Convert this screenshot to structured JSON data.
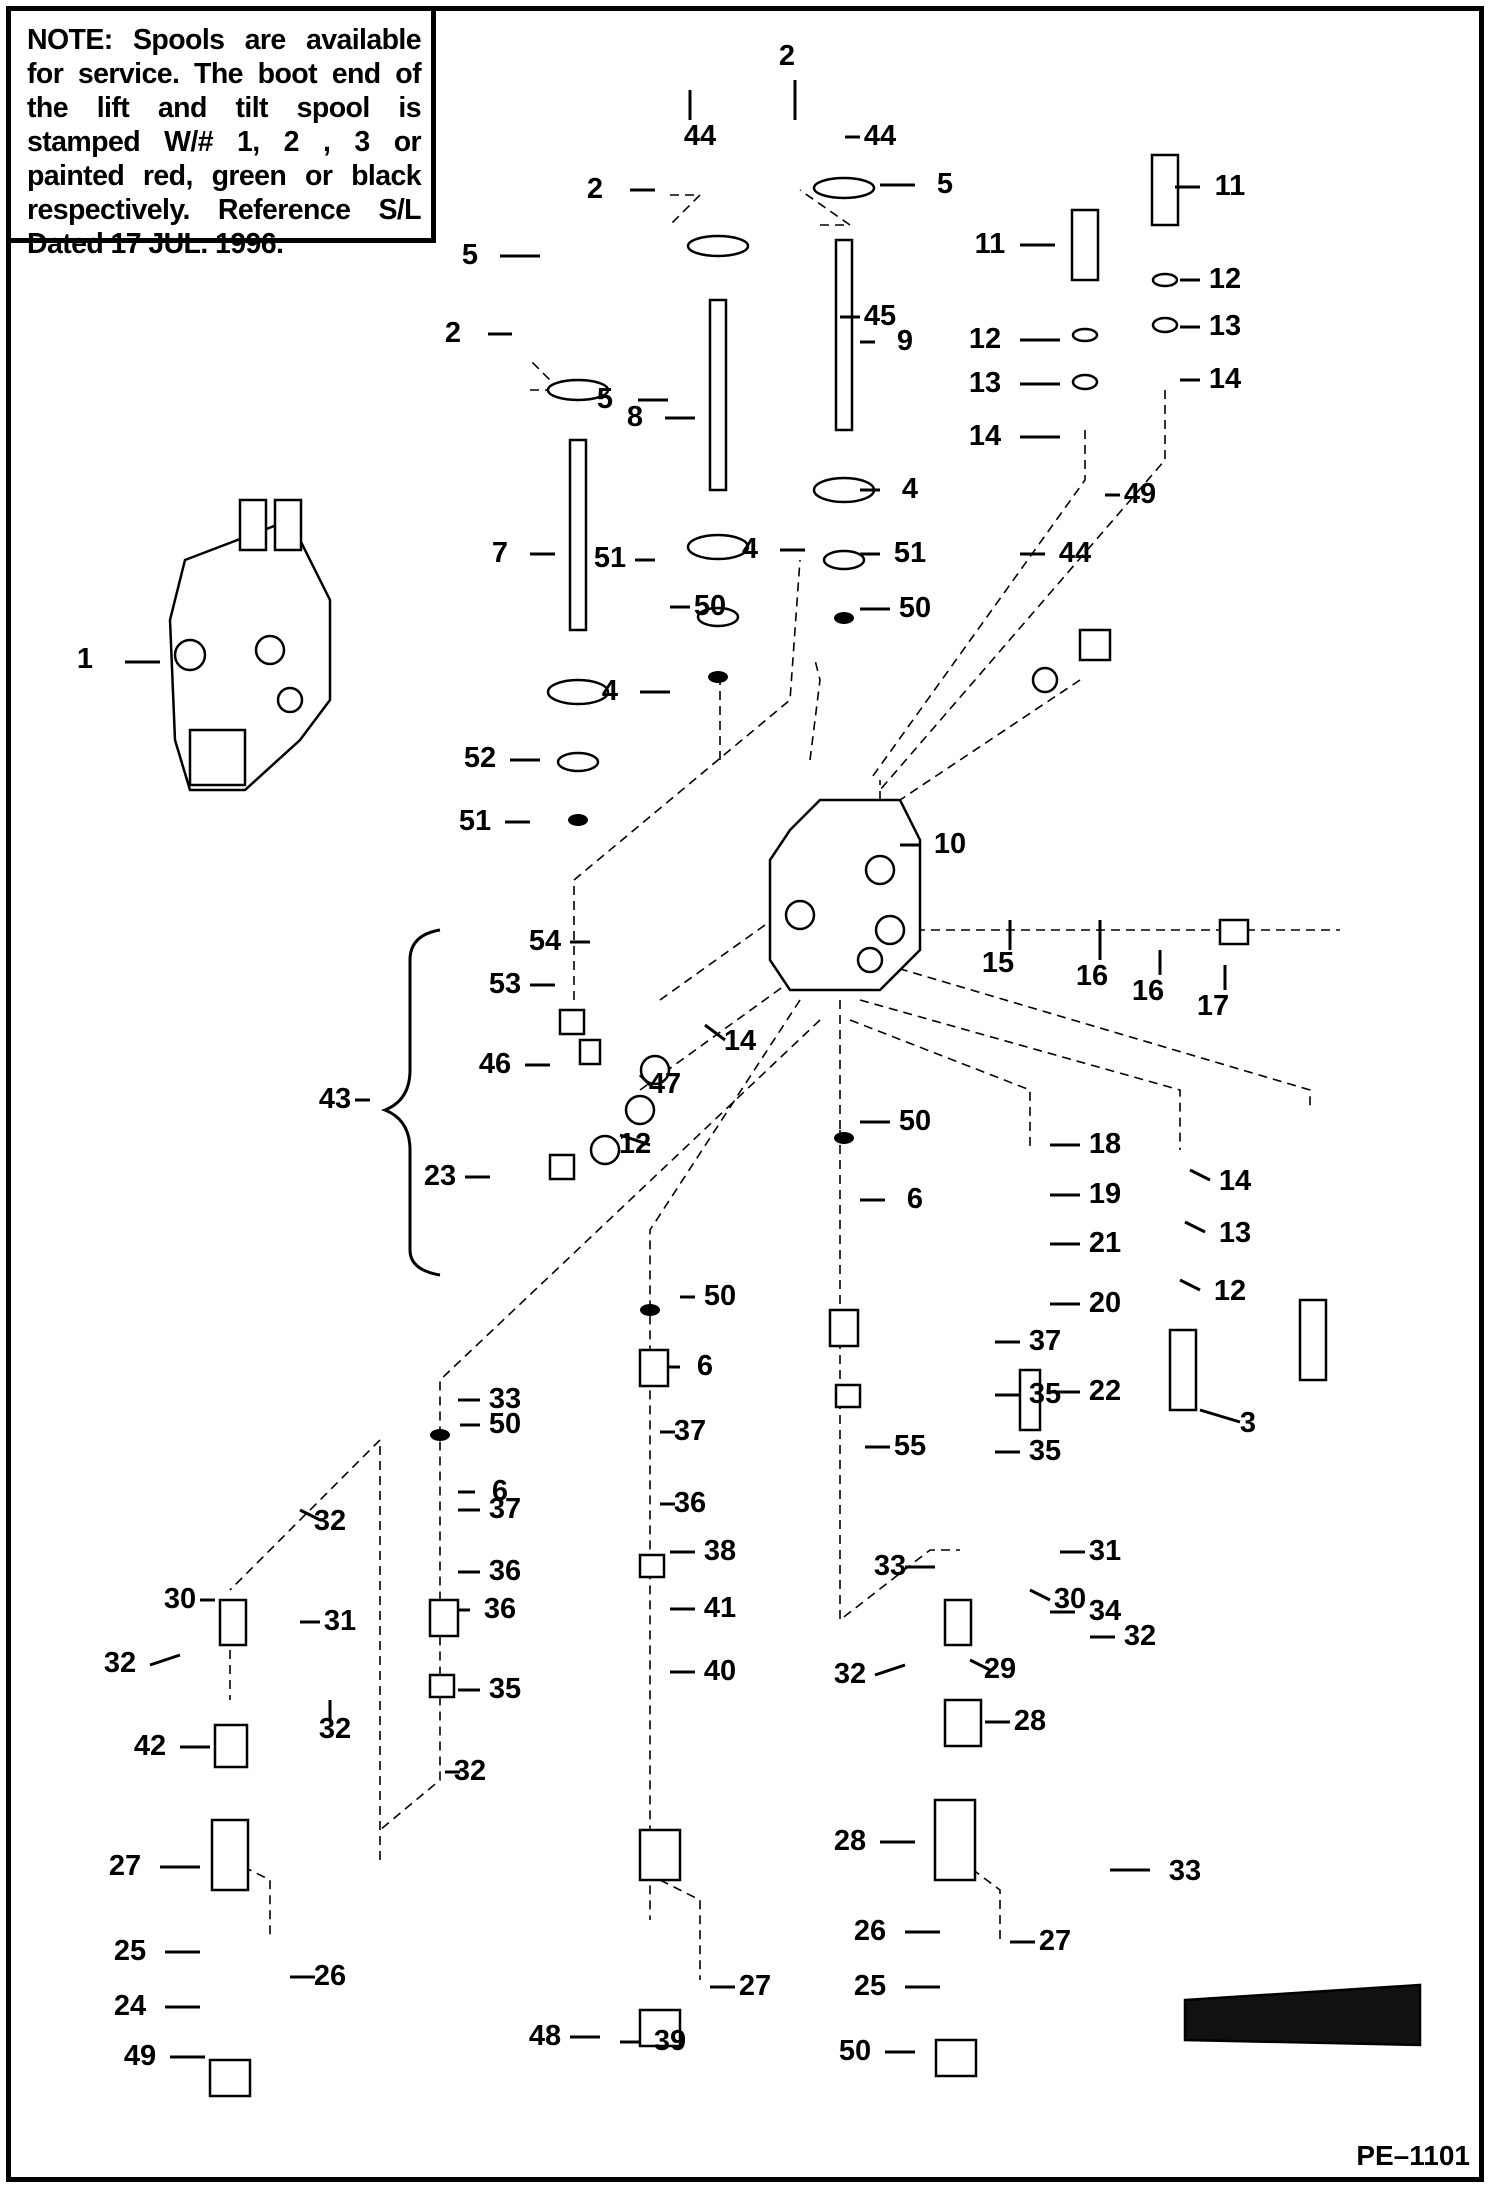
{
  "note": {
    "heading": "NOTE:",
    "body": "Spools are available for service. The boot end of the lift and tilt spool is stamped W/# 1, 2 , 3 or painted red, green or black respectively. Reference S/L Dated 17 JUL. 1996."
  },
  "drawing_code": "PE–1101",
  "callouts": [
    "1",
    "2",
    "2",
    "2",
    "3",
    "4",
    "4",
    "4",
    "5",
    "5",
    "5",
    "6",
    "6",
    "6",
    "7",
    "8",
    "9",
    "10",
    "11",
    "11",
    "12",
    "12",
    "12",
    "12",
    "13",
    "13",
    "13",
    "14",
    "14",
    "14",
    "14",
    "15",
    "16",
    "16",
    "17",
    "18",
    "19",
    "20",
    "21",
    "22",
    "23",
    "24",
    "25",
    "25",
    "26",
    "26",
    "27",
    "27",
    "27",
    "28",
    "28",
    "29",
    "30",
    "30",
    "31",
    "31",
    "32",
    "32",
    "32",
    "32",
    "32",
    "32",
    "33",
    "33",
    "33",
    "34",
    "35",
    "35",
    "35",
    "36",
    "36",
    "36",
    "37",
    "37",
    "37",
    "38",
    "39",
    "40",
    "41",
    "42",
    "43",
    "44",
    "44",
    "44",
    "45",
    "46",
    "47",
    "48",
    "49",
    "49",
    "50",
    "50",
    "50",
    "50",
    "50",
    "50",
    "51",
    "51",
    "51",
    "52",
    "53",
    "54",
    "55"
  ]
}
